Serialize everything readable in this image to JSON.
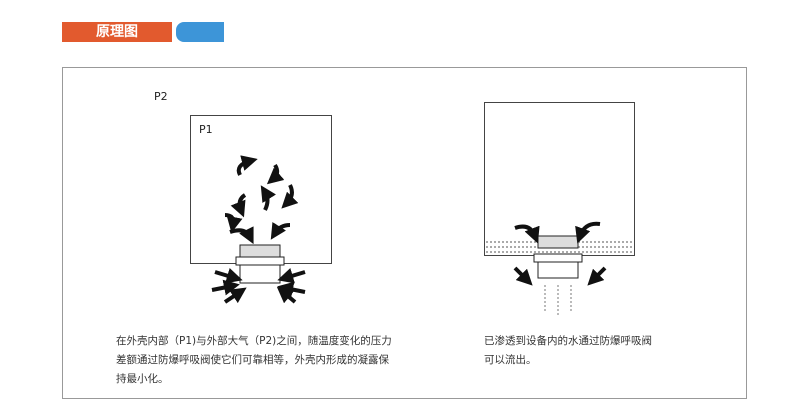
{
  "header": {
    "title": "原理图",
    "accent": "#e25a2e",
    "secondary": "#3d95d8"
  },
  "left": {
    "outer_label": "P2",
    "inner_label": "P1",
    "caption": "在外壳内部（P1)与外部大气（P2)之间，随温度变化的压力差额通过防爆呼吸阀使它们可靠相等，外壳内形成的凝露保持最小化。"
  },
  "right": {
    "caption": "已渗透到设备内的水通过防爆呼吸阀可以流出。"
  }
}
